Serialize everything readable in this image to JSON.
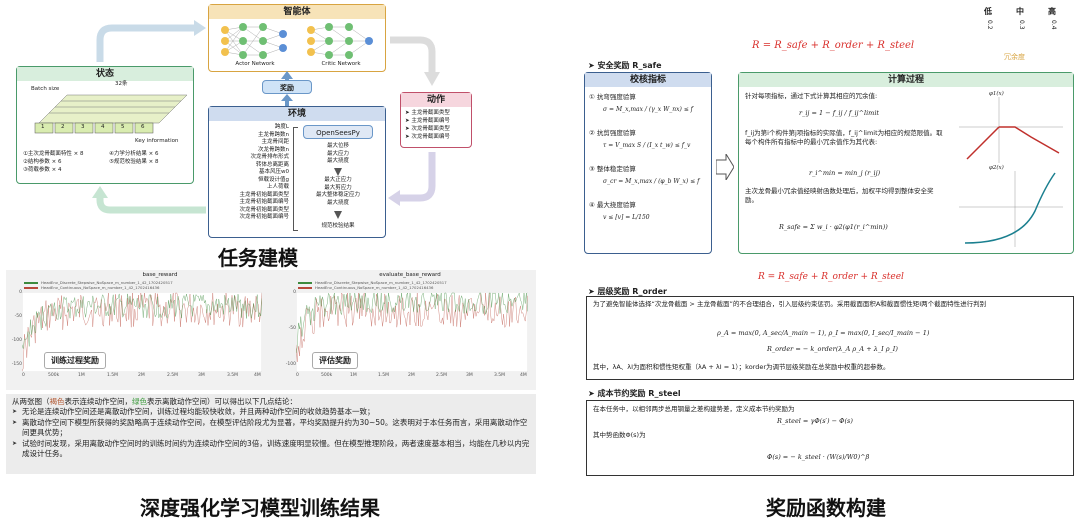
{
  "task": {
    "agent_title": "智能体",
    "actor_label": "Actor Network",
    "critic_label": "Critic Network",
    "reward_title": "奖励",
    "state_title": "状态",
    "batch_label": "Batch size",
    "stack_label": "32条",
    "key_info_label": "Key information",
    "block_nums": [
      "1",
      "2",
      "3",
      "4",
      "5",
      "6"
    ],
    "state_items": [
      "①主次龙骨截面特性 × 8",
      "②结构参数 × 6",
      "③荷载参数 × 4",
      "④力学分析结果 × 6",
      "⑤规范校验结果 × 8"
    ],
    "action_title": "动作",
    "action_items": [
      "主龙骨截面类型",
      "主龙骨截面编号",
      "次龙骨截面类型",
      "次龙骨截面编号"
    ],
    "env_title": "环境",
    "env_left": [
      "跨度L",
      "主龙骨跨数n",
      "主龙骨间距",
      "次龙骨跨数n",
      "次龙骨排布形式",
      "转体总离距离",
      "基本风压w0",
      "恒载设计值g",
      "上人荷载",
      "主龙骨初始截面类型",
      "主龙骨初始截面编号",
      "次龙骨初始截面类型",
      "次龙骨初始截面编号"
    ],
    "opensees_label": "OpenSeesPy",
    "env_mid1": [
      "最大位移",
      "最大应力",
      "最大挠度"
    ],
    "env_mid2": [
      "最大正应力",
      "最大剪应力",
      "最大整体稳定应力",
      "最大挠度"
    ],
    "env_result": "规范校验结果",
    "caption": "任务建模"
  },
  "training": {
    "chart1_title": "base_reward",
    "chart2_title": "evaluate_base_reward",
    "chart1_badge": "训练过程奖励",
    "chart2_badge": "评估奖励",
    "x_ticks": [
      "0",
      "500k",
      "1M",
      "1.5M",
      "2M",
      "2.5M",
      "3M",
      "3.5M",
      "4M"
    ],
    "y_ticks1": [
      "0",
      "-50",
      "-100",
      "-150"
    ],
    "y_ticks2": [
      "0",
      "-50",
      "-100"
    ],
    "legend1": "HeadEnv_Discrete_Stepwise_NoSpace_m_number_1_42_1702420517",
    "legend2": "HeadEnv_Continuous_NoSpace_m_number_1_42_1702416436",
    "intro_a": "从两张图（",
    "intro_brown": "褐色",
    "intro_b": "表示连续动作空间，",
    "intro_green": "绿色",
    "intro_c": "表示离散动作空间）可以得出以下几点结论：",
    "conclusions": [
      "无论是连续动作空间还是离散动作空间，训练过程均能较快收敛，并且两种动作空间的收敛趋势基本一致；",
      "离散动作空间下模型所获得的奖励略高于连续动作空间，在模型评估阶段尤为显著，平均奖励提升约为30~50。这表明对于本任务而言，采用离散动作空间更具优势；",
      "试验时间发现，采用离散动作空间时的训练时间约为连续动作空间的3倍，训练速度明显较慢。但在模型推理阶段，两者速度基本相当，均能在几秒以内完成设计任务。"
    ],
    "caption": "深度强化学习模型训练结果"
  },
  "reward": {
    "top_formula": "R = R_safe + R_order + R_steel",
    "safe_header": "安全奖励 R_safe",
    "check_title": "校核指标",
    "checks": [
      {
        "name": "① 抗弯强度验算",
        "formula": "σ = M_x,max / (γ_x W_nx) ≤ f"
      },
      {
        "name": "② 抗剪强度验算",
        "formula": "τ = V_max S / (I_x t_w) ≤ f_v"
      },
      {
        "name": "③ 整体稳定验算",
        "formula": "σ_cr = M_x,max / (φ_b W_x) ≤ f"
      },
      {
        "name": "④ 最大挠度验算",
        "formula": "v ≤ [v] = L/150"
      }
    ],
    "calc_title": "计算过程",
    "calc_p1": "针对每项指标，通过下式计算其相应的冗余值:",
    "calc_f1": "r_ij = 1 − f_ij / f_ij^limit",
    "calc_p2": "f_ij为第i个构件第j项指标的实际值，f_ij^limit为相应的规范限值。取每个构件所有指标中的最小冗余值作为其代表:",
    "calc_f2": "r_i^min = min_j (r_ij)",
    "calc_p3": "主次龙骨最小冗余值经映射函数处理后，加权平均得到整体安全奖励。",
    "calc_f3": "R_safe = Σ w_i · φ2(φ1(r_i^min))",
    "scale_labels": [
      "低",
      "中",
      "高"
    ],
    "scale_values": [
      "0.2",
      "0.3",
      "0.4"
    ],
    "redundancy": "冗余度",
    "phi1": "φ1(x)",
    "phi2": "φ2(x)",
    "mid_formula": "R = R_safe + R_order + R_steel",
    "order_header": "层级奖励 R_order",
    "order_p1": "为了避免智能体选择“次龙骨截面 > 主龙骨截面”的不合理组合，引入层级约束惩罚。采用截面面积A和截面惯性矩I两个截面特性进行判别",
    "order_f1": "ρ_A = max(0, A_sec/A_main − 1), ρ_I = max(0, I_sec/I_main − 1)",
    "order_f2": "R_order = − k_order(λ_A ρ_A + λ_I ρ_I)",
    "order_p2": "其中，λA、λI为面积和惯性矩权重（λA + λI = 1）；korder为调节层级奖励在总奖励中权重的超参数。",
    "steel_header": "成本节约奖励 R_steel",
    "steel_p1": "在本任务中，以相邻两步总用钢量之差构建势差，定义成本节约奖励为",
    "steel_f1": "R_steel = γΦ(s′) − Φ(s)",
    "steel_p2": "其中势函数Φ(s)为",
    "steel_f2": "Φ(s) = − k_steel · (W(s)/W0)^β",
    "caption": "奖励函数构建"
  }
}
